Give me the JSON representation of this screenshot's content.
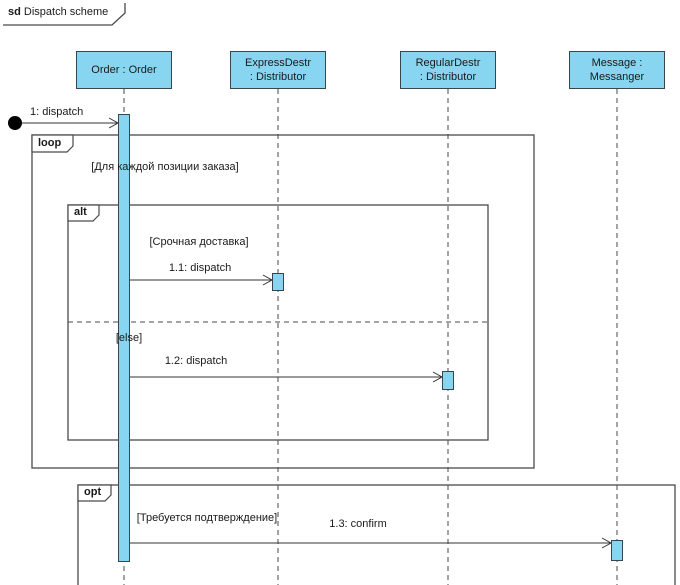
{
  "frame": {
    "keyword": "sd",
    "name": "Dispatch scheme"
  },
  "colors": {
    "shape_fill": "#88d5f1",
    "shape_border": "#37474f",
    "frame_border": "#4a4a4a",
    "message_line": "#333333",
    "text": "#1a1a1a"
  },
  "lifelines": [
    {
      "label": "Order : Order"
    },
    {
      "label": "ExpressDestr\n: Distributor"
    },
    {
      "label": "RegularDestr\n: Distributor"
    },
    {
      "label": "Message :\nMessanger"
    }
  ],
  "messages": [
    {
      "label": "1: dispatch"
    },
    {
      "label": "1.1: dispatch"
    },
    {
      "label": "1.2: dispatch"
    },
    {
      "label": "1.3: confirm"
    }
  ],
  "fragments": {
    "loop": {
      "operator": "loop",
      "guard": "[Для каждой позиции заказа]"
    },
    "alt": {
      "operator": "alt",
      "guard": "[Срочная доставка]",
      "else_guard": "[else]"
    },
    "opt": {
      "operator": "opt",
      "guard": "[Требуется подтверждение]"
    }
  }
}
